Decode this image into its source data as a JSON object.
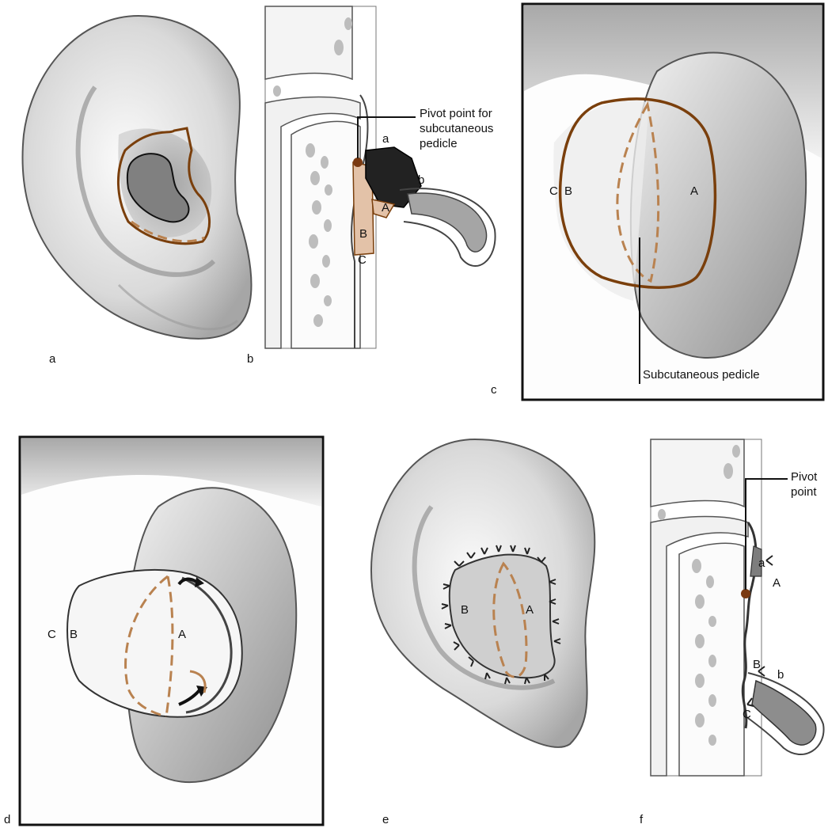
{
  "panels": {
    "a": {
      "letter": "a"
    },
    "b": {
      "letter": "b",
      "pivot_label_lines": [
        "Pivot point for",
        "subcutaneous",
        "pedicle"
      ],
      "labels": {
        "a": "a",
        "b": "b",
        "A": "A",
        "B": "B",
        "C": "C"
      }
    },
    "c": {
      "letter": "c",
      "labels": {
        "C": "C",
        "B": "B",
        "A": "A"
      },
      "pedicle_label": "Subcutaneous pedicle"
    },
    "d": {
      "letter": "d",
      "labels": {
        "C": "C",
        "B": "B",
        "A": "A"
      }
    },
    "e": {
      "letter": "e",
      "labels": {
        "B": "B",
        "A": "A"
      }
    },
    "f": {
      "letter": "f",
      "pivot_label_lines": [
        "Pivot",
        "point"
      ],
      "labels": {
        "a": "a",
        "A": "A",
        "B": "B",
        "b": "b",
        "C": "C"
      }
    }
  },
  "colors": {
    "flap_outline": "#7a3f0c",
    "flap_dashed": "#b98250",
    "flap_fill": "#e3c2a8",
    "cartilage_dark": "#222222",
    "skin_gray": "#d8d8d8",
    "defect_gray": "#808080",
    "pivot_dot": "#7a3a12"
  }
}
